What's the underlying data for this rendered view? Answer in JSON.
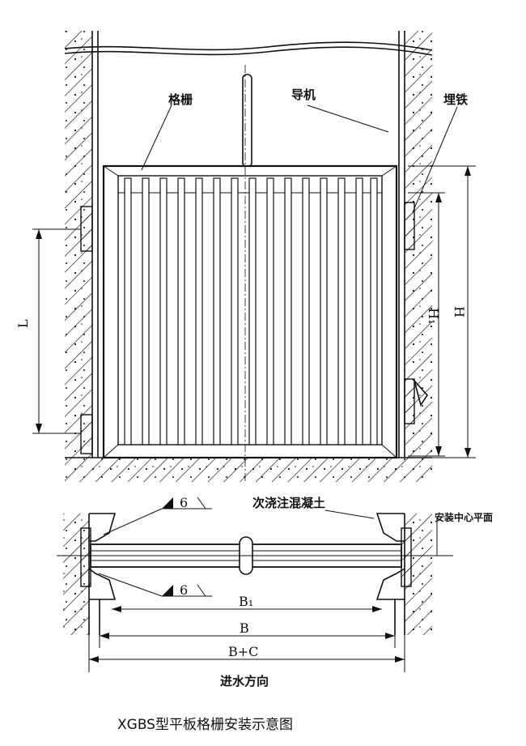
{
  "labels": {
    "grating": "格栅",
    "guide": "导机",
    "embedded_iron": "埋铁",
    "secondary_concrete": "次浇注混凝土",
    "install_center_plane": "安装中心平面",
    "water_inflow_direction": "进水方向",
    "weld_size_top": "6",
    "weld_size_bottom": "6"
  },
  "dimensions": {
    "L": "L",
    "H1": "H₁",
    "H": "H",
    "B1": "B₁",
    "B": "B",
    "BC": "B+C"
  },
  "caption": "XGBS型平板格栅安装示意图",
  "colors": {
    "ink": "#111111",
    "background": "#ffffff"
  }
}
